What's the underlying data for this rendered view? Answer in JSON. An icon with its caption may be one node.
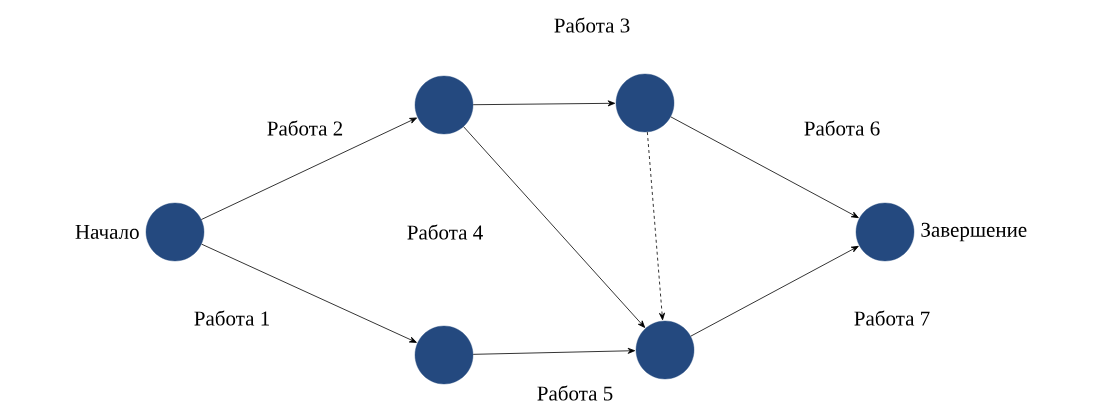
{
  "diagram": {
    "nodes": [
      {
        "text": [],
        "shape": "circle",
        "beside": [
          "Начало"
        ]
      },
      {
        "text": [],
        "shape": "circle"
      },
      {
        "text": [],
        "shape": "circle"
      },
      {
        "text": [],
        "shape": "circle"
      },
      {
        "text": [],
        "shape": "circle"
      },
      {
        "text": [],
        "shape": "circle",
        "beside": [
          "Завершение"
        ]
      }
    ],
    "edges": [
      {
        "from": 0,
        "to": 1,
        "arrow": "to",
        "label": "Работа 2"
      },
      {
        "from": 0,
        "to": 2,
        "arrow": "to",
        "label": "Работа 1"
      },
      {
        "from": 1,
        "to": 3,
        "arrow": "to",
        "label": "Работа 3"
      },
      {
        "from": 1,
        "to": 4,
        "arrow": "to",
        "label": "Работа 4"
      },
      {
        "from": 3,
        "to": 4,
        "arrow": "to",
        "style": "dashed"
      },
      {
        "from": 2,
        "to": 4,
        "arrow": "to",
        "label": "Работа 5"
      },
      {
        "from": 3,
        "to": 5,
        "arrow": "to",
        "label": "Работа 6"
      },
      {
        "from": 4,
        "to": 5,
        "arrow": "to",
        "label": "Работа 7"
      }
    ]
  }
}
